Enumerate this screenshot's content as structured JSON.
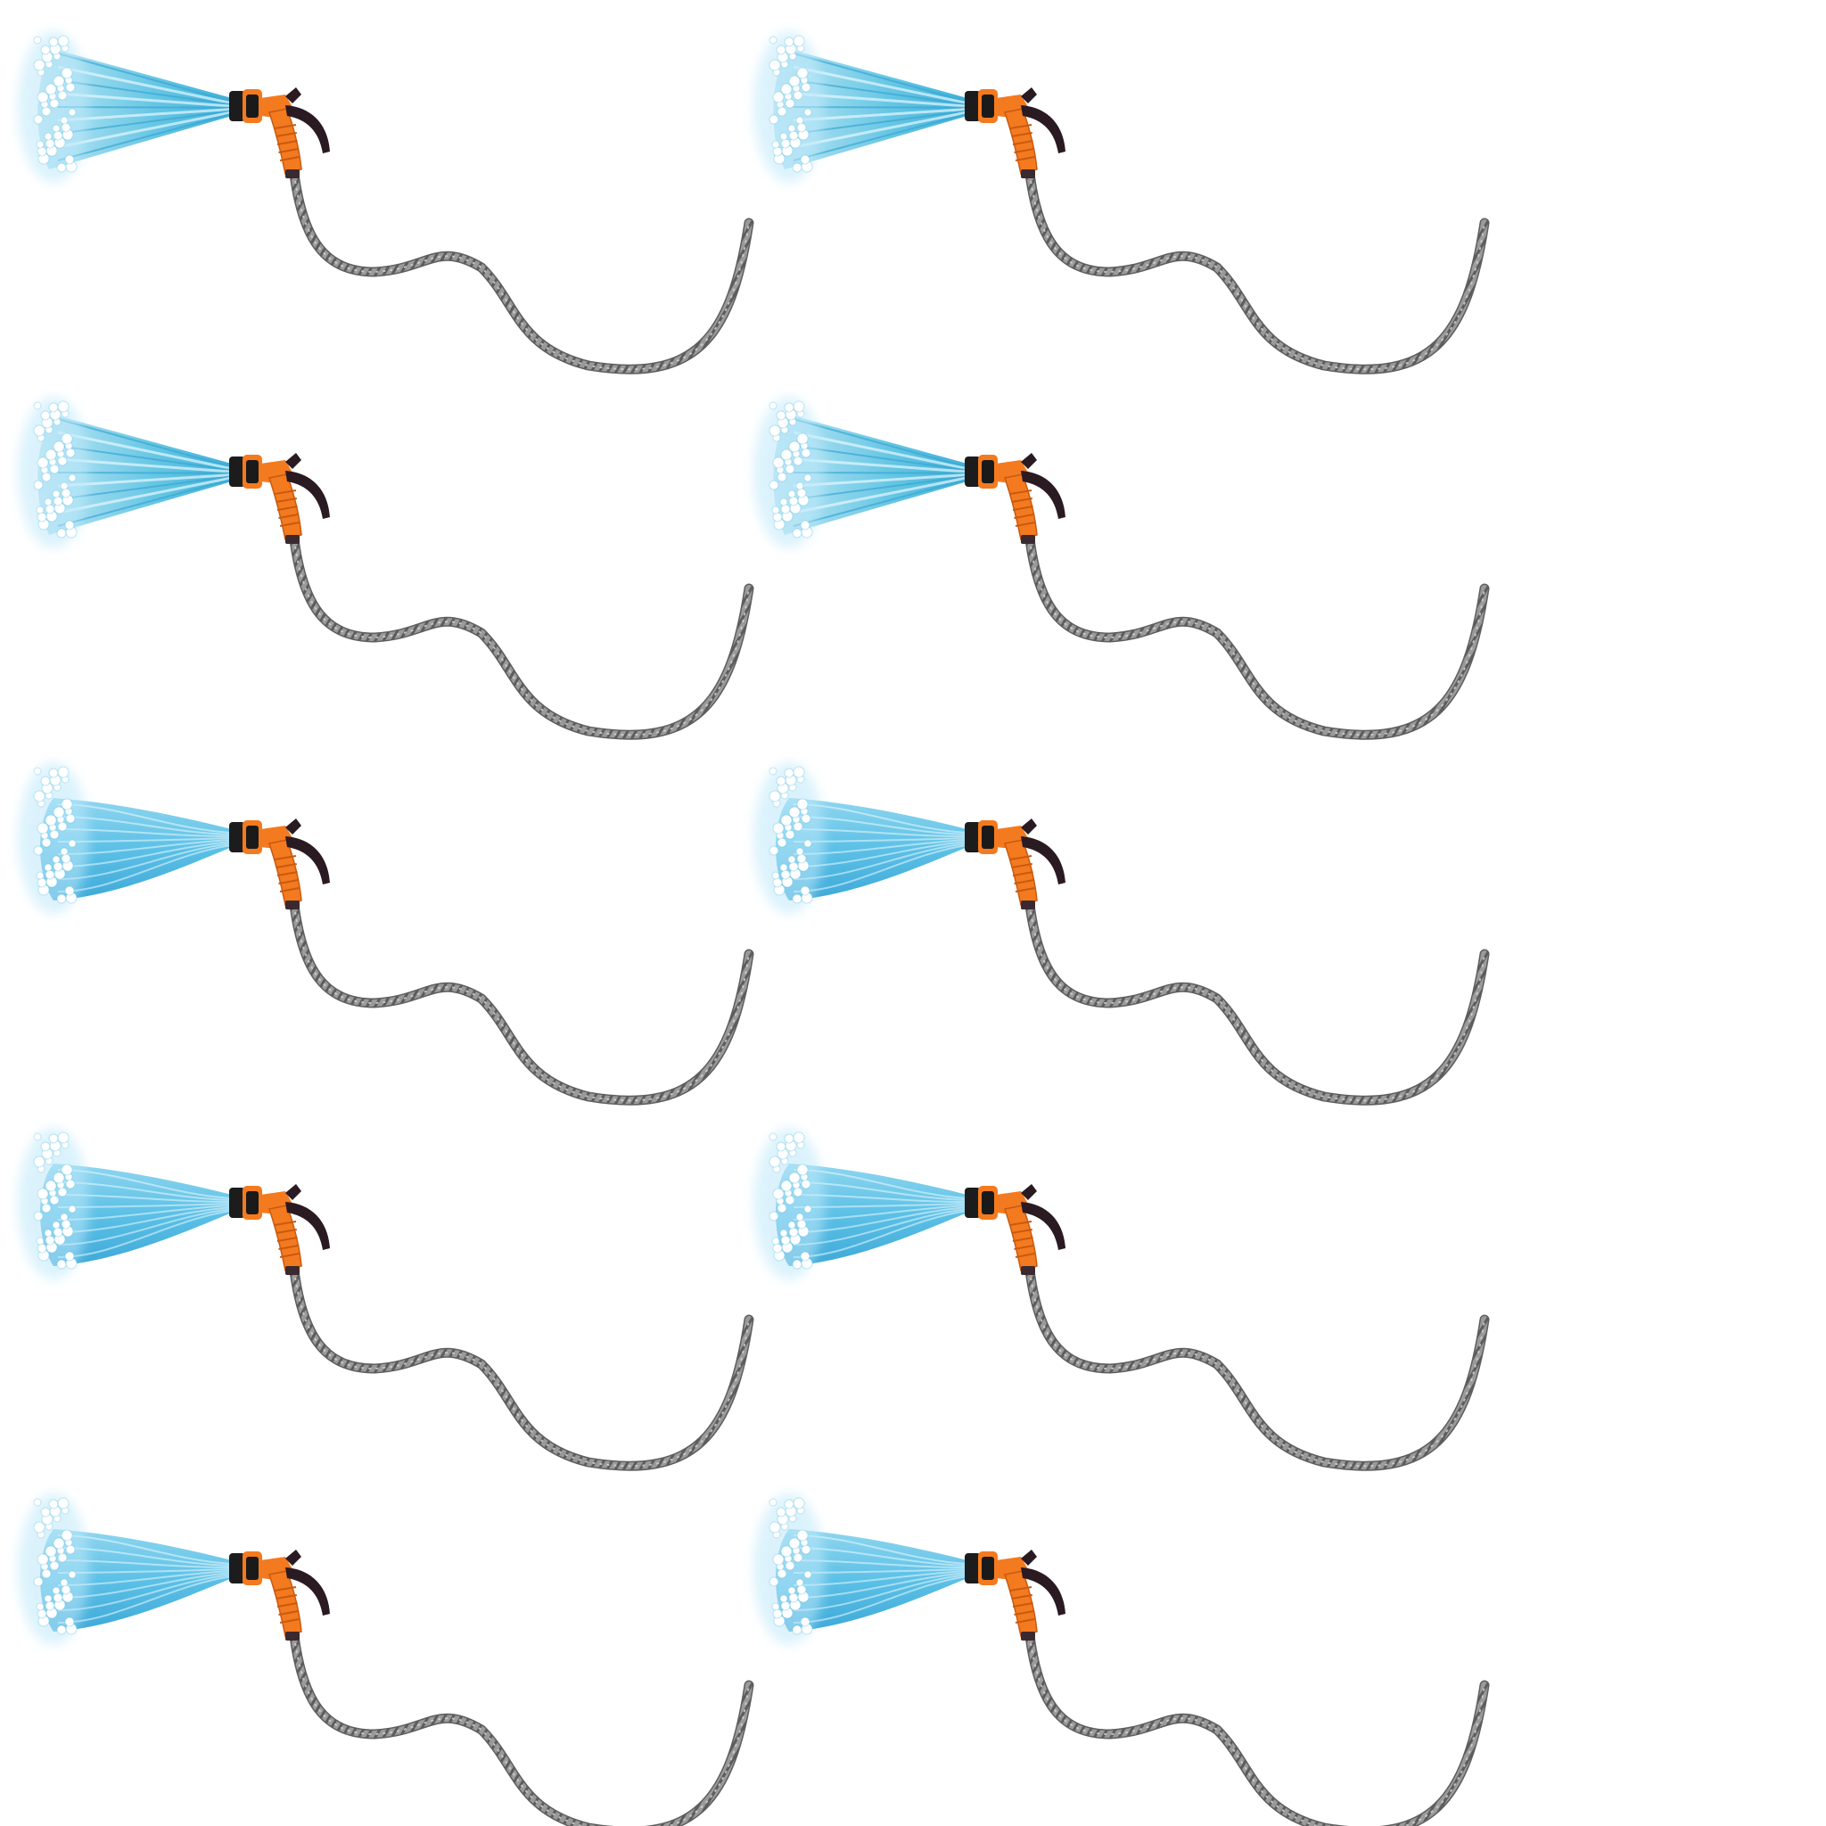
{
  "illustration": {
    "subject": "garden-hose-spray-gun-icon",
    "count": 10,
    "rows": [
      [
        "jet",
        "jet"
      ],
      [
        "jet",
        "jet"
      ],
      [
        "shower",
        "shower"
      ],
      [
        "shower",
        "shower"
      ],
      [
        "shower",
        "shower"
      ]
    ]
  },
  "colors": {
    "background": "#ffffff",
    "gun_orange": "#f47a1f",
    "gun_dark": "#2a1a22",
    "gun_ring": "#1c1c1c",
    "hose_grey": "#8c8c8c",
    "hose_dark": "#5e5e5e",
    "water_light": "#c9ecf7",
    "water_mid": "#7fd0e8",
    "water_deep": "#4fb7dd",
    "bubble": "#d8f2ff"
  }
}
